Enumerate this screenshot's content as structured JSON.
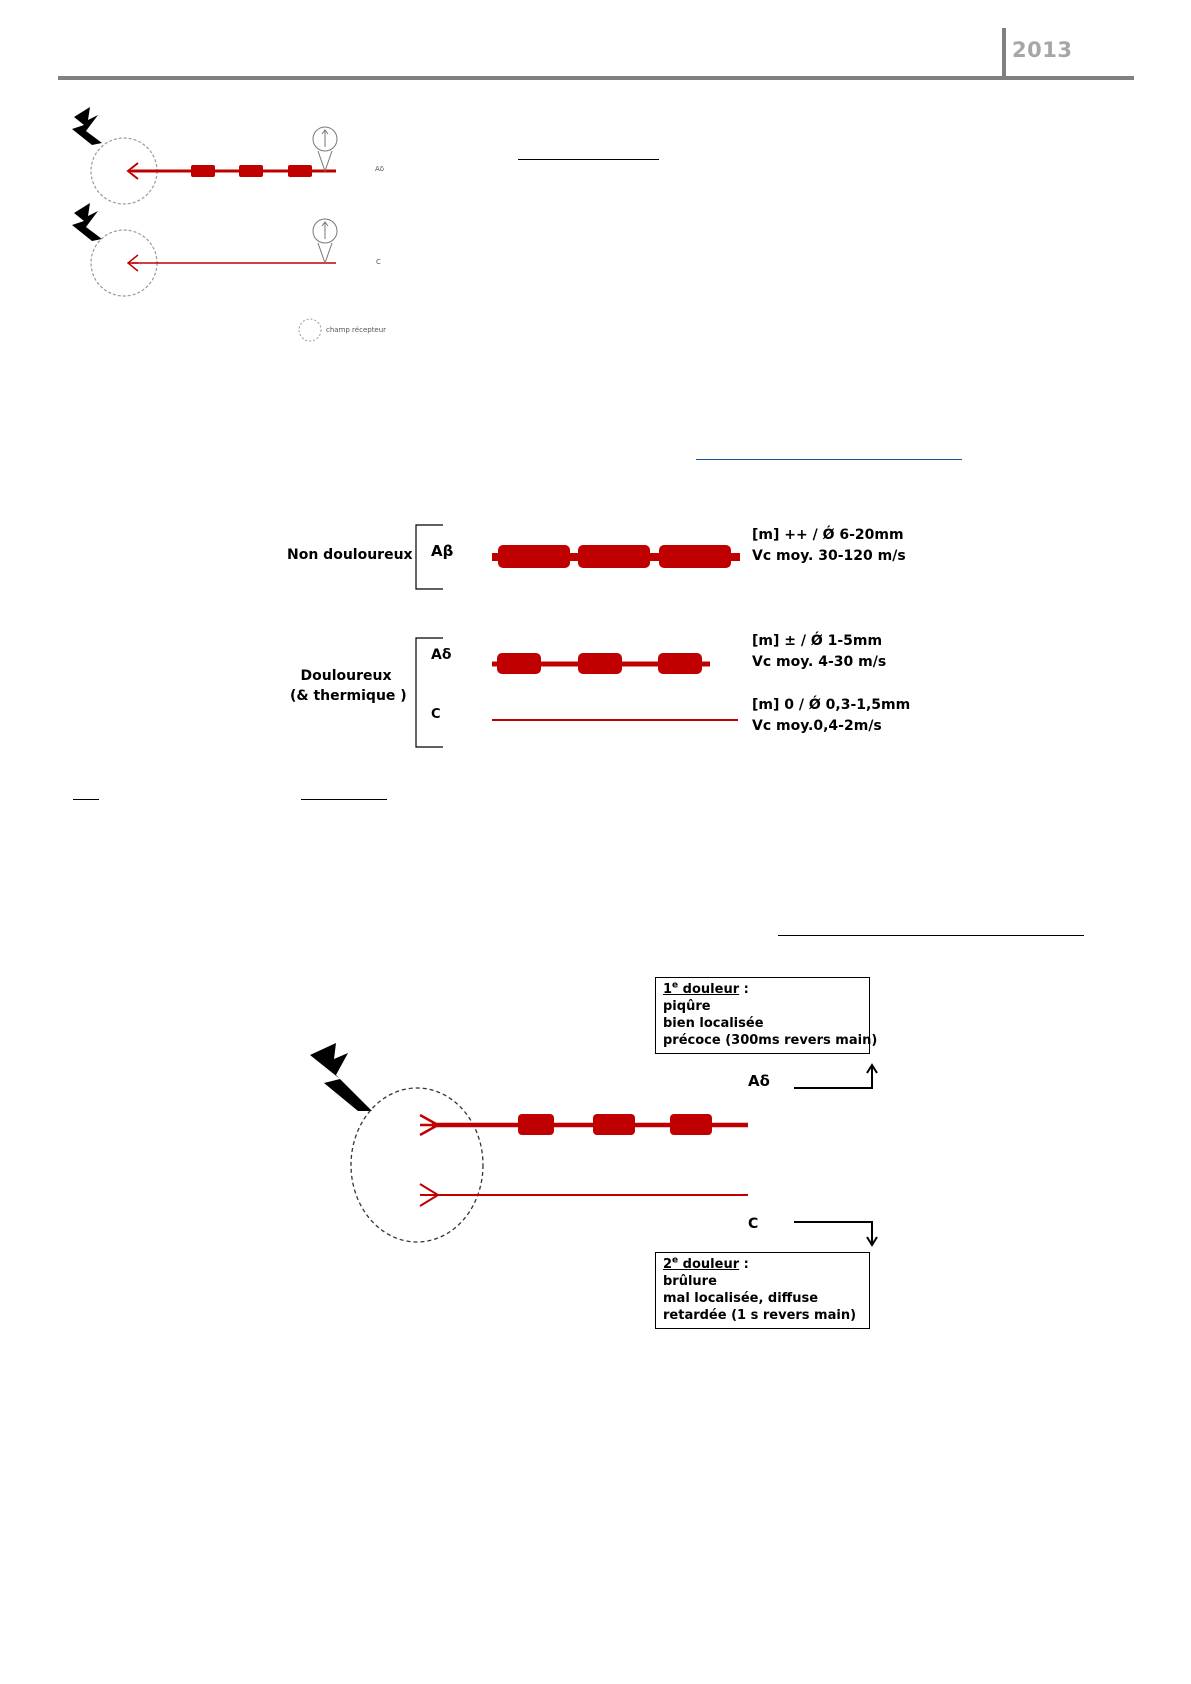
{
  "header": {
    "year": "2013"
  },
  "figure1": {
    "fiber_labels": [
      "Aδ",
      "C"
    ],
    "legend_label": "champ récepteur"
  },
  "figure2": {
    "group_non_painful": "Non douloureux",
    "group_painful_line1": "Douloureux",
    "group_painful_line2": "(& thermique )",
    "fibers": [
      {
        "name": "Aβ",
        "info_line1": "[m] ++ / Ǿ 6-20mm",
        "info_line2": "Vc moy. 30-120  m/s"
      },
      {
        "name": "Aδ",
        "info_line1": "[m] ± / Ǿ 1-5mm",
        "info_line2": "Vc moy. 4-30  m/s"
      },
      {
        "name": "C",
        "info_line1": "[m] 0 / Ǿ 0,3-1,5mm",
        "info_line2": "Vc moy.0,4-2m/s"
      }
    ]
  },
  "figure3": {
    "fiber_ad_label": "Aδ",
    "fiber_c_label": "C",
    "first_pain": {
      "ordinal_num": "1",
      "ordinal_sup": "e",
      "title_rest": " douleur",
      "colon": " :",
      "lines": [
        "piqûre",
        "bien localisée",
        "précoce (300ms revers main)"
      ]
    },
    "second_pain": {
      "ordinal_num": "2",
      "ordinal_sup": "e",
      "title_rest": " douleur",
      "colon": " :",
      "lines": [
        "brûlure",
        "mal localisée, diffuse",
        "retardée (1 s revers main)"
      ]
    }
  },
  "colors": {
    "fiber_red": "#c00000",
    "header_rule": "#808080",
    "year_grey": "#a6a6a6",
    "link_blue": "#1f4e9e"
  }
}
